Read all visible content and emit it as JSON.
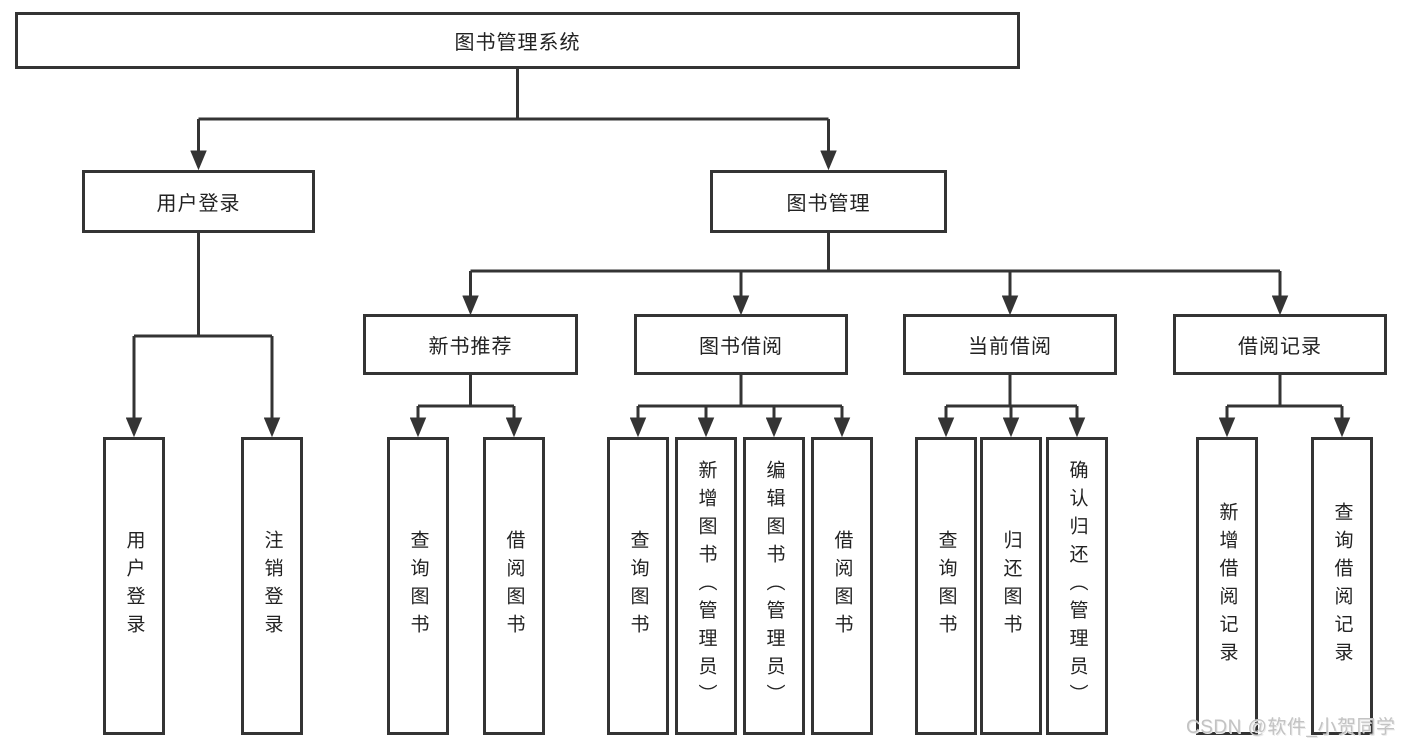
{
  "diagram": {
    "root": {
      "label": "图书管理系统"
    },
    "level2": [
      {
        "label": "用户登录",
        "children": [
          {
            "label": "用户登录"
          },
          {
            "label": "注销登录"
          }
        ]
      },
      {
        "label": "图书管理",
        "children": [
          {
            "label": "新书推荐",
            "children": [
              {
                "label": "查询图书"
              },
              {
                "label": "借阅图书"
              }
            ]
          },
          {
            "label": "图书借阅",
            "children": [
              {
                "label": "查询图书"
              },
              {
                "label": "新增图书（管理员）"
              },
              {
                "label": "编辑图书（管理员）"
              },
              {
                "label": "借阅图书"
              }
            ]
          },
          {
            "label": "当前借阅",
            "children": [
              {
                "label": "查询图书"
              },
              {
                "label": "归还图书"
              },
              {
                "label": "确认归还（管理员）"
              }
            ]
          },
          {
            "label": "借阅记录",
            "children": [
              {
                "label": "新增借阅记录"
              },
              {
                "label": "查询借阅记录"
              }
            ]
          }
        ]
      }
    ]
  },
  "watermark": {
    "text": "CSDN @软件_小贺同学"
  },
  "colors": {
    "line": "#343434",
    "box_border": "#343434",
    "text": "#222222",
    "background": "#ffffff",
    "watermark": "#c3c3c3"
  }
}
